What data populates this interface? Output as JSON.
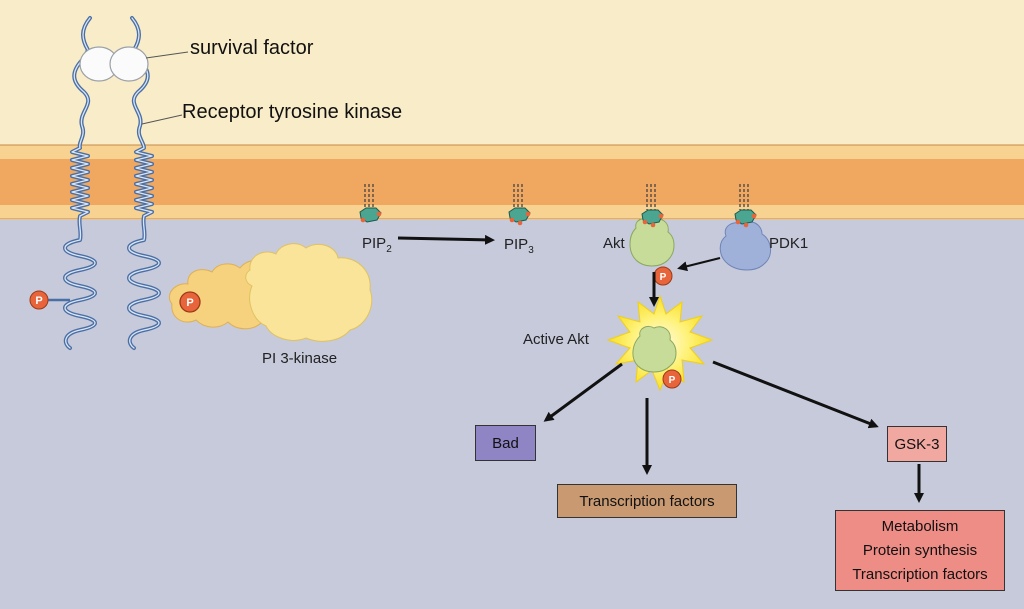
{
  "labels": {
    "survival_factor": "survival factor",
    "receptor": "Receptor tyrosine kinase",
    "pip2_base": "PIP",
    "pip2_sub": "2",
    "pip3_base": "PIP",
    "pip3_sub": "3",
    "akt": "Akt",
    "pdk1": "PDK1",
    "pi3k": "PI 3-kinase",
    "active_akt": "Active Akt",
    "phospho": "P"
  },
  "targets": {
    "bad": "Bad",
    "transcription": "Transcription factors",
    "gsk3": "GSK-3",
    "downstream": [
      "Metabolism",
      "Protein synthesis",
      "Transcription factors"
    ]
  },
  "colors": {
    "extracellular": "#f9ecc8",
    "membrane_outer": "#f7d290",
    "membrane_core": "#f0a860",
    "cytoplasm": "#c6cadb",
    "receptor": "#4a6fa5",
    "pi3k": "#f9e49a",
    "akt": "#c8dc9a",
    "pdk1": "#9fb1d9",
    "phosphate": "#e8643a",
    "bad": "#8f84c4",
    "transcription": "#c99a72",
    "gsk3": "#f0a8a0",
    "downstream": "#ee8c86"
  }
}
